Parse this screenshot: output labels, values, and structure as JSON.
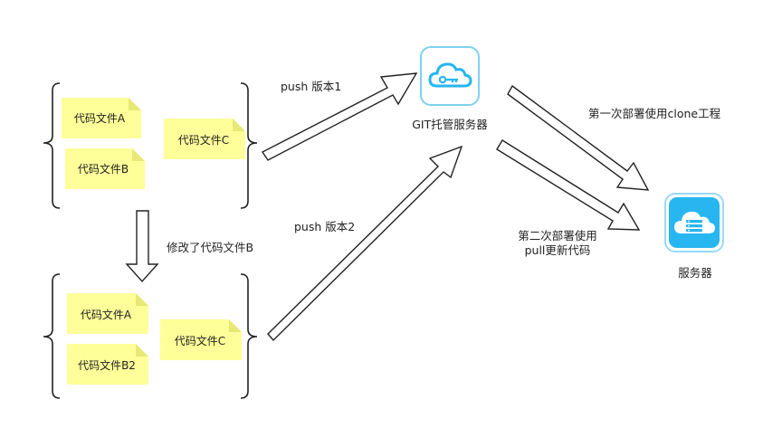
{
  "group1": {
    "file_a": "代码文件A",
    "file_b": "代码文件B",
    "file_c": "代码文件C"
  },
  "group2": {
    "file_a": "代码文件A",
    "file_b2": "代码文件B2",
    "file_c": "代码文件C"
  },
  "labels": {
    "push_v1": "push 版本1",
    "push_v2": "push 版本2",
    "modified": "修改了代码文件B",
    "git_server": "GIT托管服务器",
    "first_deploy": "第一次部署使用clone工程",
    "second_deploy_line1": "第二次部署使用",
    "second_deploy_line2": "pull更新代码",
    "server": "服务器"
  },
  "colors": {
    "note_fill": "#ffff99",
    "note_fold": "#e8e876",
    "git_icon_border": "#7fd0f3",
    "git_cloud": "#27b6ef",
    "server_icon_fill": "#27b6ef"
  },
  "icons": {
    "git": "cloud-key-icon",
    "server": "cloud-server-icon"
  }
}
